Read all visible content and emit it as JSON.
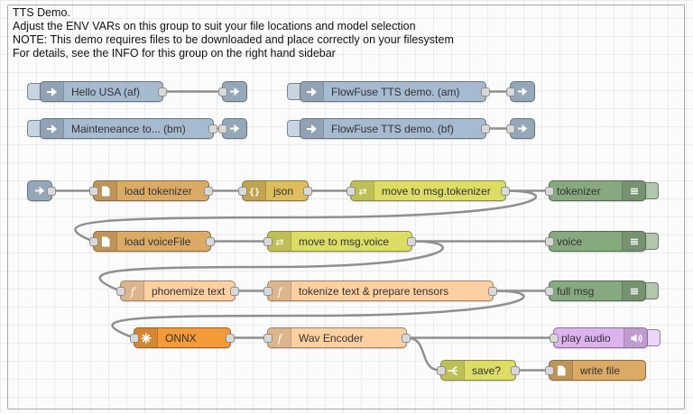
{
  "group": {
    "title_lines": [
      "TTS Demo.",
      "Adjust the ENV VARs on this group to suit your file locations and model selection",
      "NOTE: This demo requires files to be downloaded and place correctly on your filesystem",
      "For details, see the INFO for this group on the right hand sidebar"
    ]
  },
  "nodes": {
    "inject_hello": {
      "label": "Hello USA (af)"
    },
    "inject_flowfuse_am": {
      "label": "FlowFuse TTS demo. (am)"
    },
    "inject_maintenance": {
      "label": "Mainteneance to... (bm)"
    },
    "inject_flowfuse_bf": {
      "label": "FlowFuse TTS demo. (bf)"
    },
    "load_tokenizer": {
      "label": "load tokenizer"
    },
    "json": {
      "label": "json"
    },
    "move_tokenizer": {
      "label": "move to msg.tokenizer"
    },
    "tokenizer_debug": {
      "label": "tokenizer"
    },
    "load_voicefile": {
      "label": "load voiceFile"
    },
    "move_voice": {
      "label": "move to msg.voice"
    },
    "voice_debug": {
      "label": "voice"
    },
    "phonemize": {
      "label": "phonemize text"
    },
    "tokenize_tensors": {
      "label": "tokenize text & prepare tensors"
    },
    "full_msg_debug": {
      "label": "full msg"
    },
    "onnx": {
      "label": "ONNX"
    },
    "wav_encoder": {
      "label": "Wav Encoder"
    },
    "play_audio": {
      "label": "play audio"
    },
    "save_switch": {
      "label": "save?"
    },
    "write_file": {
      "label": "write file"
    }
  },
  "colors": {
    "inject_node": "#a6bbcf",
    "file_node": "#dbab66",
    "json_node": "#debd5c",
    "change_node": "#dbdd64",
    "debug_node": "#87a980",
    "function_node": "#fdd0a2",
    "onnx_node": "#f59a38",
    "audio_node": "#dcb3ef",
    "wire": "#8f8f8f"
  }
}
